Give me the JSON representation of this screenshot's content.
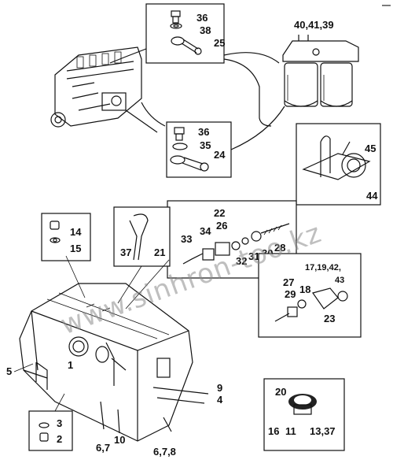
{
  "corner_mark": "—",
  "watermark": "www.sinhron-too.kz",
  "labels": {
    "p36a": "36",
    "p38": "38",
    "p25": "25",
    "p40": "40,41,39",
    "p36b": "36",
    "p35": "35",
    "p24": "24",
    "p45": "45",
    "p44": "44",
    "p22": "22",
    "p26": "26",
    "p34": "34",
    "p33": "33",
    "p32": "32",
    "p31": "31",
    "p30": "30",
    "p28": "28",
    "p37": "37",
    "p21": "21",
    "p14": "14",
    "p15": "15",
    "p17": "17,19,42,",
    "p43": "43",
    "p27": "27",
    "p18": "18",
    "p29": "29",
    "p23": "23",
    "p1": "1",
    "p5": "5",
    "p3": "3",
    "p2": "2",
    "p9": "9",
    "p4": "4",
    "p67a": "6,7",
    "p10": "10",
    "p678": "6,7,8",
    "p20": "20",
    "p16": "16",
    "p11": "11",
    "p1337": "13,37"
  },
  "icons": [
    "injection-pump-icon",
    "fuel-filter-icon",
    "fuel-tank-icon",
    "banjo-fitting-icon",
    "hose-clamp-icon",
    "tank-cap-icon",
    "fuel-valve-icon"
  ]
}
